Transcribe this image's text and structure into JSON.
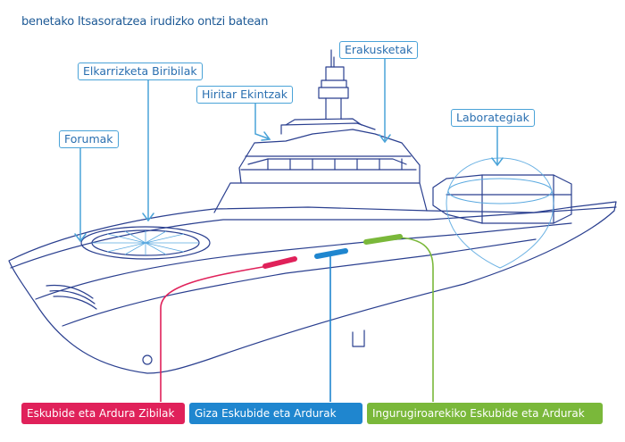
{
  "title": "benetako Itsasoratzea irudizko ontzi batean",
  "callouts": {
    "forumak": "Forumak",
    "elkarrizketa": "Elkarrizketa Biribilak",
    "hiritar": "Hiritar Ekintzak",
    "erakusketak": "Erakusketak",
    "laborategiak": "Laborategiak"
  },
  "categories": [
    {
      "label": "Eskubide eta Ardura Zibilak",
      "color": "#e0215a"
    },
    {
      "label": "Giza Eskubide eta Ardurak",
      "color": "#1f86cf"
    },
    {
      "label": "Ingurugiroarekiko Eskubide eta Ardurak",
      "color": "#7ab83a"
    }
  ],
  "colors": {
    "ship_line": "#2a3f8f",
    "callout": "#4aa3d8"
  }
}
